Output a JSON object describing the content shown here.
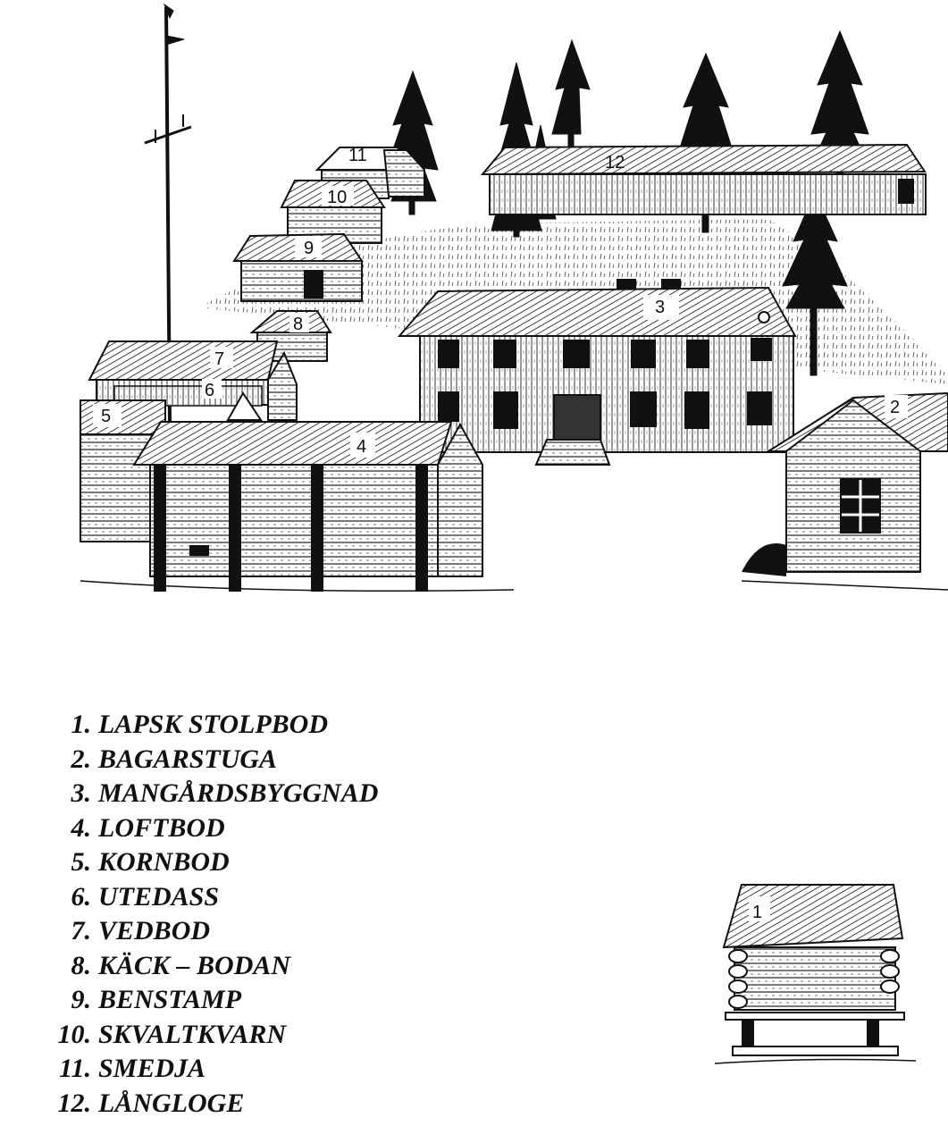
{
  "scene": {
    "building_numbers": [
      "1",
      "2",
      "3",
      "4",
      "5",
      "6",
      "7",
      "8",
      "9",
      "10",
      "11",
      "12"
    ]
  },
  "legend": {
    "items": [
      {
        "num": "1.",
        "label": "LAPSK STOLPBOD"
      },
      {
        "num": "2.",
        "label": "BAGARSTUGA"
      },
      {
        "num": "3.",
        "label": "MANGÅRDSBYGGNAD"
      },
      {
        "num": "4.",
        "label": "LOFTBOD"
      },
      {
        "num": "5.",
        "label": "KORNBOD"
      },
      {
        "num": "6.",
        "label": "UTEDASS"
      },
      {
        "num": "7.",
        "label": "VEDBOD"
      },
      {
        "num": "8.",
        "label": "KÄCK – BODAN"
      },
      {
        "num": "9.",
        "label": "BENSTAMP"
      },
      {
        "num": "10.",
        "label": "SKVALTKVARN"
      },
      {
        "num": "11.",
        "label": "SMEDJA"
      },
      {
        "num": "12.",
        "label": "LÅNGLOGE"
      }
    ]
  }
}
